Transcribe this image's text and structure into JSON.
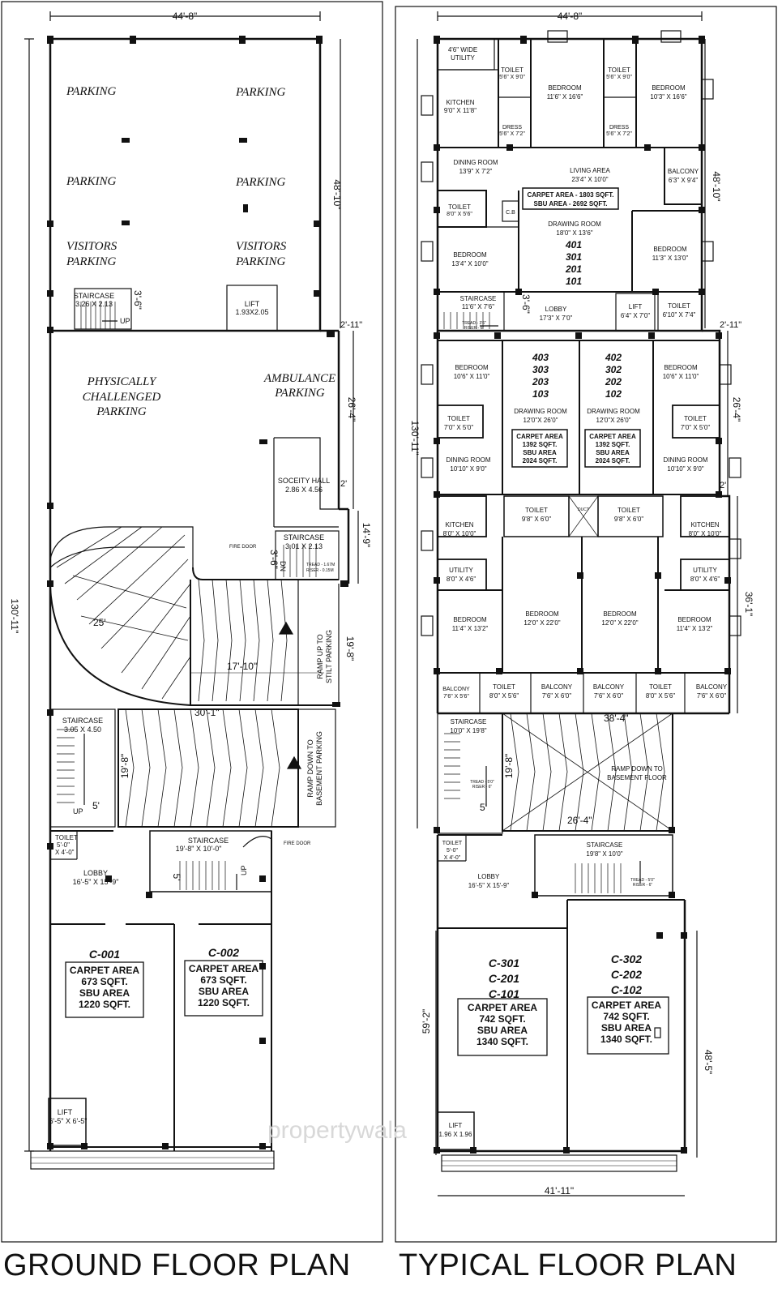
{
  "ground": {
    "width_dim": "44'-8\"",
    "height_dim": "130'-11\"",
    "right_dims": [
      "48'-10\"",
      "2'-11\"",
      "26'-4\"",
      "2'",
      "14'-9\"",
      "19'-8\""
    ],
    "inner_dims": [
      "3'-6\"",
      "3'-6\"",
      "25'",
      "17'-10\"",
      "30'-1\"",
      "19'-8\"",
      "5'",
      "5'"
    ],
    "parking": [
      "PARKING",
      "PARKING",
      "PARKING",
      "PARKING"
    ],
    "visitors": [
      "VISITORS",
      "PARKING",
      "VISITORS",
      "PARKING"
    ],
    "pc_parking": [
      "PHYSICALLY",
      "CHALLENGED",
      "PARKING"
    ],
    "ambulance": [
      "AMBULANCE",
      "PARKING"
    ],
    "staircase1": [
      "STAIRCASE",
      "3.26 X 2.13"
    ],
    "lift1": [
      "LIFT",
      "1.93X2.05"
    ],
    "society_hall": [
      "SOCEITY HALL",
      "2.86 X 4.56"
    ],
    "staircase2": [
      "STAIRCASE",
      "3.01 X 2.13"
    ],
    "staircase3": [
      "STAIRCASE",
      "3.05 X 4.50"
    ],
    "staircase4": [
      "STAIRCASE",
      "19'-8\" X 10'-0\""
    ],
    "ramp_up": [
      "RAMP UP TO",
      "STILT PARKING"
    ],
    "ramp_down": [
      "RAMP DOWN TO",
      "BASEMENT PARKING"
    ],
    "toilet": [
      "TOILET",
      "5'-0\"",
      "X 4'-0\""
    ],
    "lobby": [
      "LOBBY",
      "16'-5\" X 15'-9\""
    ],
    "lift2": [
      "LIFT",
      "6'-5\" X 6'-5\""
    ],
    "fire_door": [
      "FIRE DOOR",
      "FIRE DOOR"
    ],
    "tread": [
      "TREAD - 1.67M",
      "RISER - 0.15M"
    ],
    "up": [
      "UP",
      "UP",
      "UP",
      "DN"
    ],
    "shops": [
      {
        "name": "C-001",
        "lines": [
          "CARPET AREA",
          "673 SQFT.",
          "SBU AREA",
          "1220 SQFT."
        ]
      },
      {
        "name": "C-002",
        "lines": [
          "CARPET AREA",
          "673 SQFT.",
          "SBU AREA",
          "1220 SQFT."
        ]
      }
    ],
    "caption": "GROUND FLOOR PLAN"
  },
  "typical": {
    "width_dim": "44'-8\"",
    "bottom_dim": "41'-11\"",
    "height_dim": "130'-11\"",
    "right_dims": [
      "48'-10\"",
      "2'-11\"",
      "26'-4\"",
      "2'",
      "36'-1\"",
      "48'-5\""
    ],
    "left_dims": [
      "59'-2\""
    ],
    "inner_dims": [
      "3'-6\"",
      "38'-4\"",
      "19'-8\"",
      "5'",
      "26'-4\""
    ],
    "rooms": {
      "utility_top": [
        "4'6\" WIDE",
        "UTILITY"
      ],
      "kitchen_top": [
        "KITCHEN",
        "9'0\" X 11'8\""
      ],
      "toilet_a": [
        "TOILET",
        "5'6\" X 9'0\""
      ],
      "toilet_b": [
        "TOILET",
        "5'6\" X 9'0\""
      ],
      "bed_a": [
        "BEDROOM",
        "11'6\" X 16'6\""
      ],
      "bed_b": [
        "BEDROOM",
        "10'3\" X 16'6\""
      ],
      "dress_a": [
        "DRESS",
        "5'6\" X 7'2\""
      ],
      "dress_b": [
        "DRESS",
        "5'6\" X 7'2\""
      ],
      "dining_top": [
        "DINING ROOM",
        "13'9\" X 7'2\""
      ],
      "living": [
        "LIVING AREA",
        "23'4\" X 10'0\""
      ],
      "balcony_top": [
        "BALCONY",
        "6'3\" X 9'4\""
      ],
      "toilet_c": [
        "TOILET",
        "8'0\" X 5'6\""
      ],
      "drawing_top": [
        "DRAWING ROOM",
        "18'0\" X 13'6\""
      ],
      "bed_c": [
        "BEDROOM",
        "13'4\" X 10'0\""
      ],
      "bed_d": [
        "BEDROOM",
        "11'3\" X 13'0\""
      ],
      "staircase": [
        "STAIRCASE",
        "11'6\" X 7'6\""
      ],
      "lobby": [
        "LOBBY",
        "17'3\" X 7'0\""
      ],
      "lift": [
        "LIFT",
        "6'4\" X 7'0\""
      ],
      "toilet_d": [
        "TOILET",
        "6'10\" X 7'4\""
      ],
      "bed_e": [
        "BEDROOM",
        "10'6\" X 11'0\""
      ],
      "bed_f": [
        "BEDROOM",
        "10'6\" X 11'0\""
      ],
      "drawing_l": [
        "DRAWING ROOM",
        "12'0\"X 26'0\""
      ],
      "drawing_r": [
        "DRAWING ROOM",
        "12'0\"X 26'0\""
      ],
      "toilet_e": [
        "TOILET",
        "7'0\" X 5'0\""
      ],
      "toilet_f": [
        "TOILET",
        "7'0\" X 5'0\""
      ],
      "dining_l": [
        "DINING ROOM",
        "10'10\" X 9'0\""
      ],
      "dining_r": [
        "DINING ROOM",
        "10'10\" X 9'0\""
      ],
      "toilet_g": [
        "TOILET",
        "9'8\" X 6'0\""
      ],
      "toilet_h": [
        "TOILET",
        "9'8\" X 6'0\""
      ],
      "duct": [
        "DUCT"
      ],
      "kitchen_l": [
        "KITCHEN",
        "8'0\" X 10'0\""
      ],
      "kitchen_r": [
        "KITCHEN",
        "8'0\" X 10'0\""
      ],
      "utility_l": [
        "UTILITY",
        "8'0\" X 4'6\""
      ],
      "utility_r": [
        "UTILITY",
        "8'0\" X 4'6\""
      ],
      "bed_g": [
        "BEDROOM",
        "11'4\" X 13'2\""
      ],
      "bed_h": [
        "BEDROOM",
        "12'0\" X 22'0\""
      ],
      "bed_i": [
        "BEDROOM",
        "12'0\" X 22'0\""
      ],
      "bed_j": [
        "BEDROOM",
        "11'4\" X 13'2\""
      ],
      "balc_1": [
        "BALCONY",
        "7'6\" X 5'6\""
      ],
      "toilet_i": [
        "TOILET",
        "8'0\" X 5'6\""
      ],
      "balc_2": [
        "BALCONY",
        "7'6\" X 6'0\""
      ],
      "balc_3": [
        "BALCONY",
        "7'6\" X 6'0\""
      ],
      "toilet_j": [
        "TOILET",
        "8'0\" X 5'6\""
      ],
      "balc_4": [
        "BALCONY",
        "7'6\" X 6'0\""
      ],
      "stair_low": [
        "STAIRCASE",
        "10'0\" X 19'8\""
      ],
      "ramp_down": [
        "RAMP DOWN TO",
        "BASEMENT FLOOR"
      ],
      "toilet_k": [
        "TOILET",
        "5'-0\"",
        "X 4'-0\""
      ],
      "stair_low2": [
        "STAIRCASE",
        "19'8\" X 10'0\""
      ],
      "lobby_low": [
        "LOBBY",
        "16'-5\" X 15'-9\""
      ],
      "lift_low": [
        "LIFT",
        "1.96 X 1.96"
      ]
    },
    "cb": "C.B",
    "tread_a": [
      "TREAD - 3'6\"",
      "RISER - 6\""
    ],
    "tread_b": [
      "TREAD - 5'0\"",
      "RISER - 6\""
    ],
    "tread_c": [
      "TREAD - 5'0\"",
      "RISER - 6\""
    ],
    "flat_top": {
      "lines": [
        "CARPET AREA  - 1803 SQFT.",
        "SBU AREA - 2692 SQFT."
      ],
      "units": [
        "401",
        "301",
        "201",
        "101"
      ]
    },
    "flat_left": {
      "units": [
        "403",
        "303",
        "203",
        "103"
      ],
      "lines": [
        "CARPET AREA",
        "1392 SQFT.",
        "SBU AREA",
        "2024 SQFT."
      ]
    },
    "flat_right": {
      "units": [
        "402",
        "302",
        "202",
        "102"
      ],
      "lines": [
        "CARPET AREA",
        "1392 SQFT.",
        "SBU AREA",
        "2024 SQFT."
      ]
    },
    "shops": [
      {
        "names": [
          "C-301",
          "C-201",
          "C-101"
        ],
        "lines": [
          "CARPET AREA",
          "742 SQFT.",
          "SBU AREA",
          "1340 SQFT."
        ]
      },
      {
        "names": [
          "C-302",
          "C-202",
          "C-102"
        ],
        "lines": [
          "CARPET AREA",
          "742 SQFT.",
          "SBU AREA",
          "1340 SQFT."
        ]
      }
    ],
    "caption": "TYPICAL FLOOR PLAN"
  },
  "watermark": "propertywala"
}
